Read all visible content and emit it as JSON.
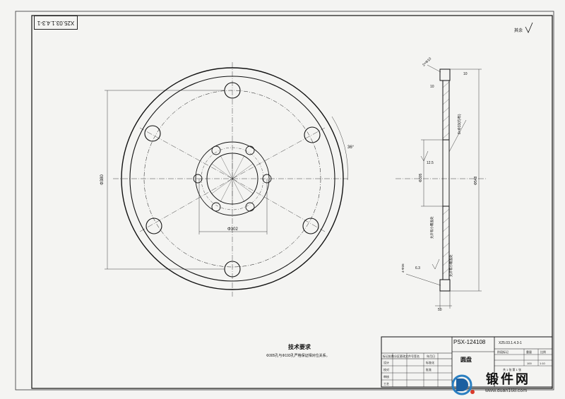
{
  "drawing": {
    "code_rotated": "X25.03.1.4.3-1",
    "roughness_symbol": "其余",
    "technical_requirements_title": "技术要求",
    "technical_requirements_note": "Φ305孔与Φ193孔严格保证相对位关系。"
  },
  "dimensions": {
    "front_left": "Φ380",
    "center_bore": "Φ302",
    "angle": "36°",
    "side_chamfer": "2×Φ10",
    "side_top_dim": "10",
    "side_top_dim2": "10",
    "side_hole_note": "8×Φ33(均布)",
    "side_mid_dim": "12.5",
    "side_bore": "Φ305",
    "side_outer": "Φ548",
    "side_bottom_dim": "6.3",
    "side_bottom_left": "4-Φ26",
    "side_bottom_width": "50",
    "side_note_1": "允许有小覆盖处",
    "side_note_2": "允许有小覆盖处"
  },
  "title_block": {
    "part_number": "PSX-124108",
    "part_name": "圆盘",
    "drawing_code": "X25.03.1.4.3-1",
    "header_cells": [
      "标记",
      "处数",
      "分区",
      "更改文件号",
      "签名",
      "年月日"
    ],
    "row_labels": [
      "设计",
      "校对",
      "审核",
      "工艺"
    ],
    "mid_labels": [
      "标准化",
      "批准"
    ],
    "right_labels": [
      "阶段标记",
      "重量",
      "比例"
    ],
    "weight": "100",
    "scale": "1:10",
    "sheet": "共 1 张 第 1 张"
  },
  "watermark": {
    "title": "锻件网",
    "url": "www.duan168.com"
  }
}
